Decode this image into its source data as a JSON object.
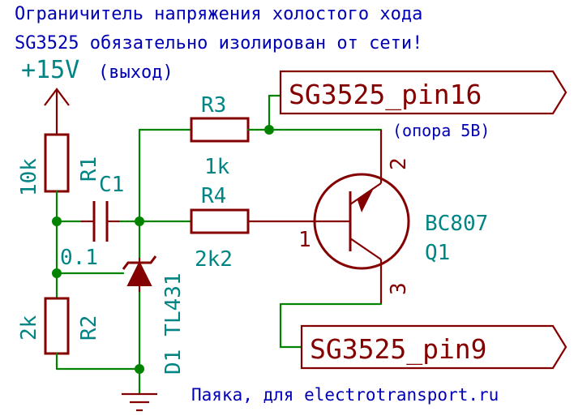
{
  "title_line1": "Ограничитель напряжения холостого хода",
  "title_line2": "SG3525 обязательно изолирован от сети!",
  "supply": {
    "label": "+15V",
    "note": "(выход)"
  },
  "labels": {
    "pin16": "SG3525_pin16",
    "pin16_note": "(опора 5В)",
    "pin9": "SG3525_pin9"
  },
  "components": {
    "R1": {
      "ref": "R1",
      "value": "10k"
    },
    "R2": {
      "ref": "R2",
      "value": "2k"
    },
    "R3": {
      "ref": "R3",
      "value": "1k"
    },
    "R4": {
      "ref": "R4",
      "value": "2k2"
    },
    "C1": {
      "ref": "C1",
      "value": "0.1"
    },
    "D1": {
      "ref": "D1",
      "value": "TL431"
    },
    "Q1": {
      "ref": "Q1",
      "value": "BC807",
      "pin_base": "1",
      "pin_emitter": "2",
      "pin_collector": "3"
    }
  },
  "footer": "Паяка, для electrotransport.ru",
  "colors": {
    "wire": "#008400",
    "component": "#840000",
    "reference": "#008484",
    "note_text": "#0000b4"
  }
}
